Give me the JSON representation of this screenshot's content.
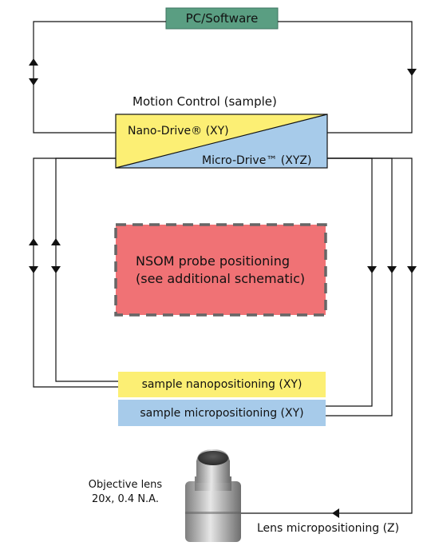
{
  "pc_software": {
    "label": "PC/Software"
  },
  "motion_control": {
    "title": "Motion Control (sample)",
    "nano_drive": "Nano-Drive® (XY)",
    "micro_drive": "Micro-Drive™ (XYZ)"
  },
  "nsom": {
    "label": "NSOM probe positioning\n(see additional schematic)"
  },
  "sample_stages": {
    "nano": "sample nanopositioning (XY)",
    "micro": "sample micropositioning (XY)"
  },
  "objective": {
    "label": "Objective lens\n20x, 0.4 N.A.",
    "lens_positioning": "Lens micropositioning (Z)"
  },
  "colors": {
    "pc_fill": "#5a9e82",
    "nano_yellow": "#fcef74",
    "micro_blue": "#a7cbea",
    "nsom_red": "#f07275",
    "nsom_border": "#666666",
    "line": "#111111"
  }
}
